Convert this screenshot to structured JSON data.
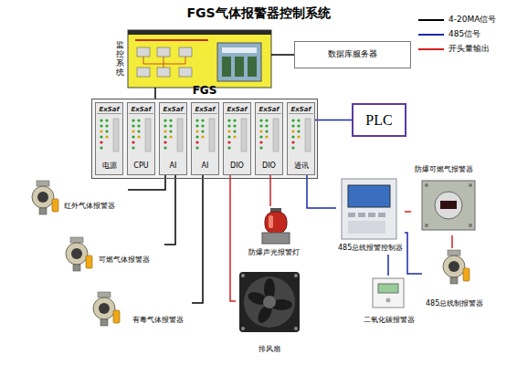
{
  "diagram": {
    "title": "FGS气体报警器控制系统",
    "nodes": [
      {
        "text": [
          "监控系统"
        ]
      },
      {
        "text": [
          "数据库服务器"
        ]
      },
      {
        "text": [
          "FGS"
        ]
      },
      {
        "text": [
          "ExSaf",
          "电源"
        ],
        "in": 2
      },
      {
        "text": [
          "ExSaf",
          "CPU"
        ],
        "in": 2
      },
      {
        "text": [
          "ExSaf",
          "AI"
        ],
        "in": 2
      },
      {
        "text": [
          "ExSaf",
          "AI"
        ],
        "in": 2
      },
      {
        "text": [
          "ExSaf",
          "DIO"
        ],
        "in": 2
      },
      {
        "text": [
          "ExSaf",
          "DIO"
        ],
        "in": 2
      },
      {
        "text": [
          "ExSaf",
          "通讯"
        ],
        "in": 2
      },
      {
        "text": [
          "PLC"
        ]
      },
      {
        "text": [
          "防爆可燃气报警器"
        ]
      },
      {
        "text": [
          "485总线报警控制器"
        ]
      },
      {
        "text": [
          "红外气体报警器"
        ]
      },
      {
        "text": [
          "防爆声光报警灯"
        ]
      },
      {
        "text": [
          "可燃气体报警器"
        ]
      },
      {
        "text": [
          "排风扇"
        ]
      },
      {
        "text": [
          "485总线制报警器"
        ]
      },
      {
        "text": [
          "有毒气体报警器"
        ]
      },
      {
        "text": [
          "二氧化碳报警器"
        ]
      }
    ],
    "edges": [
      {
        "from": 0,
        "to": 2,
        "arrow": "none"
      },
      {
        "from": 0,
        "to": 1,
        "arrow": "none"
      },
      {
        "from": 9,
        "to": 10,
        "arrow": "none"
      },
      {
        "from": 5,
        "to": 13,
        "arrow": "none"
      },
      {
        "from": 5,
        "to": 15,
        "arrow": "none"
      },
      {
        "from": 6,
        "to": 18,
        "arrow": "none"
      },
      {
        "from": 7,
        "to": 16,
        "arrow": "none"
      },
      {
        "from": 8,
        "to": 14,
        "arrow": "none"
      },
      {
        "from": 9,
        "to": 12,
        "arrow": "none"
      },
      {
        "from": 12,
        "to": 11,
        "arrow": "none"
      },
      {
        "from": 12,
        "to": 19,
        "arrow": "none"
      },
      {
        "from": 12,
        "to": 17,
        "arrow": "none"
      },
      {
        "from": 11,
        "to": 17,
        "arrow": "none"
      }
    ],
    "legend": [
      {
        "text": "4-20MA信号"
      },
      {
        "text": "485信号"
      },
      {
        "text": "开头量输出"
      }
    ]
  }
}
